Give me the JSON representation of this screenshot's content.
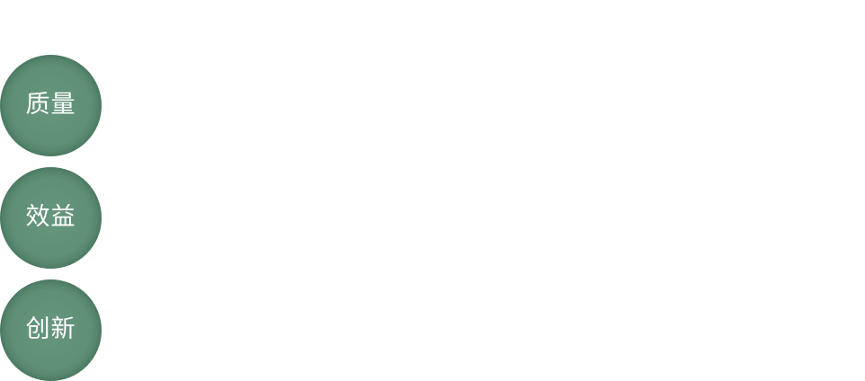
{
  "items": [
    {
      "label": "质量"
    },
    {
      "label": "效益"
    },
    {
      "label": "创新"
    }
  ],
  "colors": {
    "circle_fill": "#5f8f76",
    "circle_edge": "#467a61",
    "text": "#ffffff",
    "background": "#ffffff"
  }
}
